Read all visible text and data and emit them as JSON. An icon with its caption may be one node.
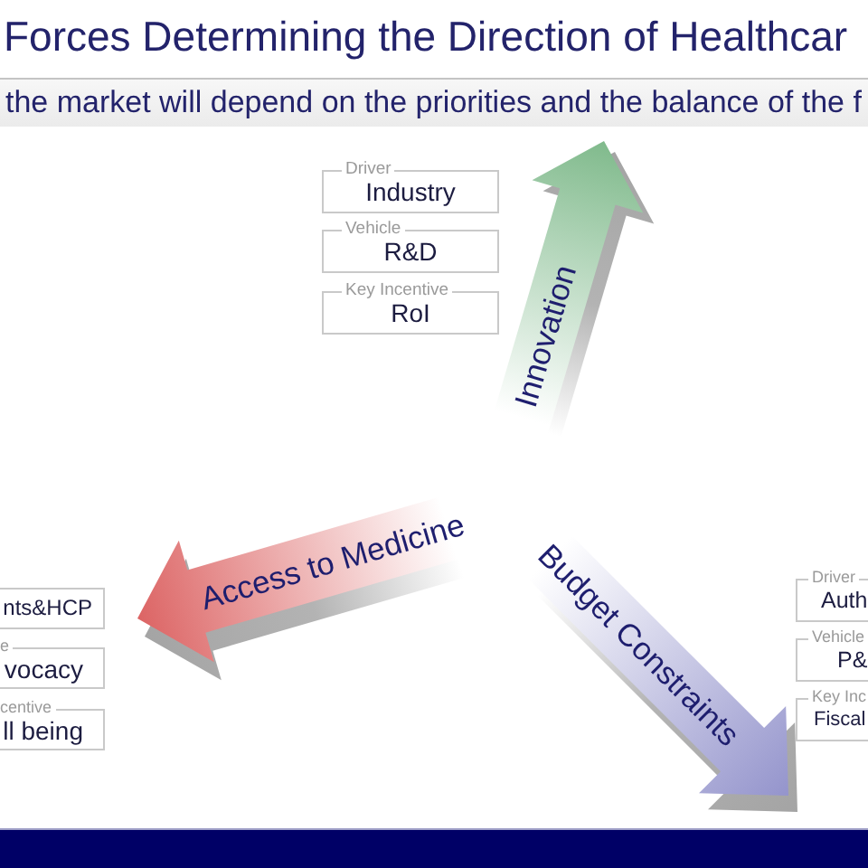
{
  "diagram": {
    "title": "Forces Determining the Direction of Healthcar",
    "nodes": [
      {
        "text": [
          "Driver",
          "Industry"
        ]
      },
      {
        "text": [
          "Vehicle",
          "R&D"
        ]
      },
      {
        "text": [
          "Key Incentive",
          "RoI"
        ]
      },
      {
        "text": [
          "Innovation"
        ]
      },
      {
        "text": [
          "Access to Medicine"
        ]
      },
      {
        "text": [
          "nts&HCP"
        ]
      },
      {
        "text": [
          "e",
          "vocacy"
        ]
      },
      {
        "text": [
          "centive",
          "ll being"
        ]
      },
      {
        "text": [
          "Budget Constraints"
        ]
      },
      {
        "text": [
          "Driver",
          "Auth"
        ]
      },
      {
        "text": [
          "Vehicle",
          "P&"
        ]
      },
      {
        "text": [
          "Key Inc",
          "Fiscal"
        ]
      }
    ],
    "labels": [
      "the market will depend on the priorities and the balance of the f"
    ]
  }
}
